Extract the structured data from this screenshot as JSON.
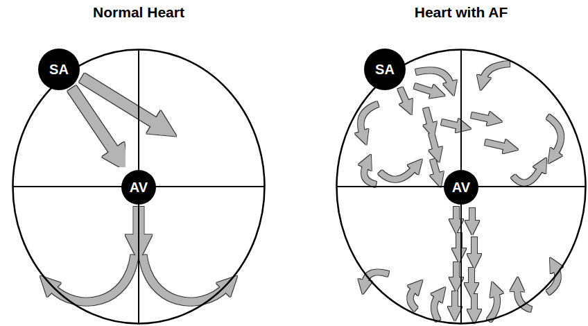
{
  "diagram": {
    "nodes": [
      {
        "text": [
          "Normal Heart"
        ]
      },
      {
        "text": [
          "SA"
        ],
        "in": 0
      },
      {
        "text": [
          "AV"
        ],
        "in": 0
      },
      {
        "text": [
          "Heart with AF"
        ]
      },
      {
        "text": [
          "SA"
        ],
        "in": 3
      },
      {
        "text": [
          "AV"
        ],
        "in": 3
      }
    ],
    "edges": [
      {
        "from": 1,
        "to": 2,
        "arrow": "to"
      }
    ]
  }
}
